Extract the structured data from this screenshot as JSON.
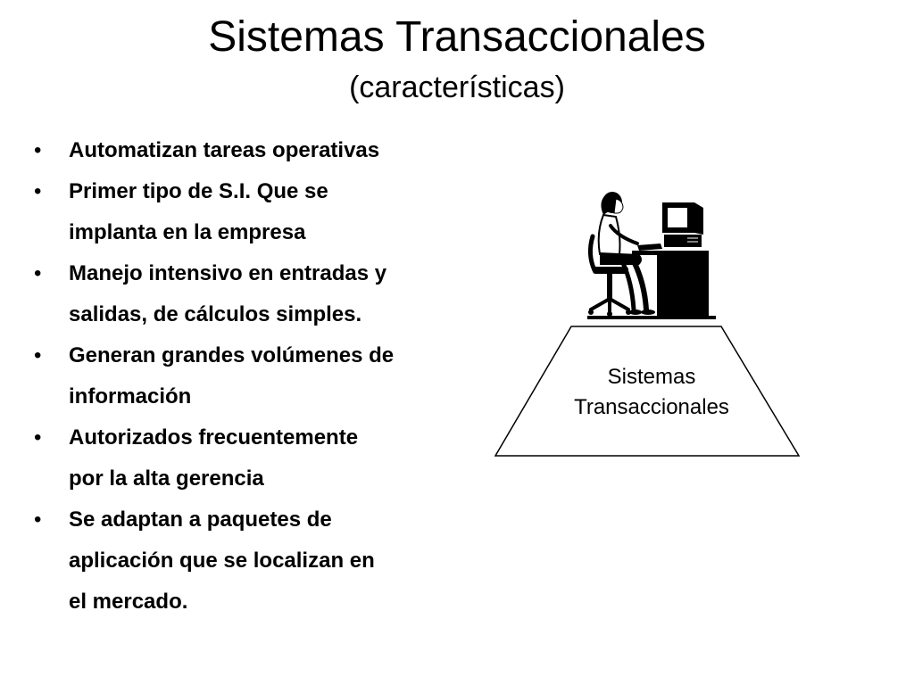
{
  "slide": {
    "title": "Sistemas Transaccionales",
    "subtitle": "(características)"
  },
  "bullets": [
    {
      "line1": "Automatizan tareas operativas",
      "line2": ""
    },
    {
      "line1": "Primer tipo de S.I. Que se",
      "line2": "implanta en la empresa"
    },
    {
      "line1": "Manejo intensivo en entradas y",
      "line2": "salidas, de cálculos simples."
    },
    {
      "line1": "Generan grandes volúmenes de",
      "line2": "información"
    },
    {
      "line1": "Autorizados frecuentemente",
      "line2": "por la alta gerencia"
    },
    {
      "line1": "Se adaptan a paquetes de",
      "line2": "aplicación que se localizan en",
      "line3": "el mercado."
    }
  ],
  "bullet_symbol": "•",
  "figure": {
    "label_line1": "Sistemas",
    "label_line2": "Transaccionales",
    "illustration_icon": "person-at-computer-icon"
  }
}
